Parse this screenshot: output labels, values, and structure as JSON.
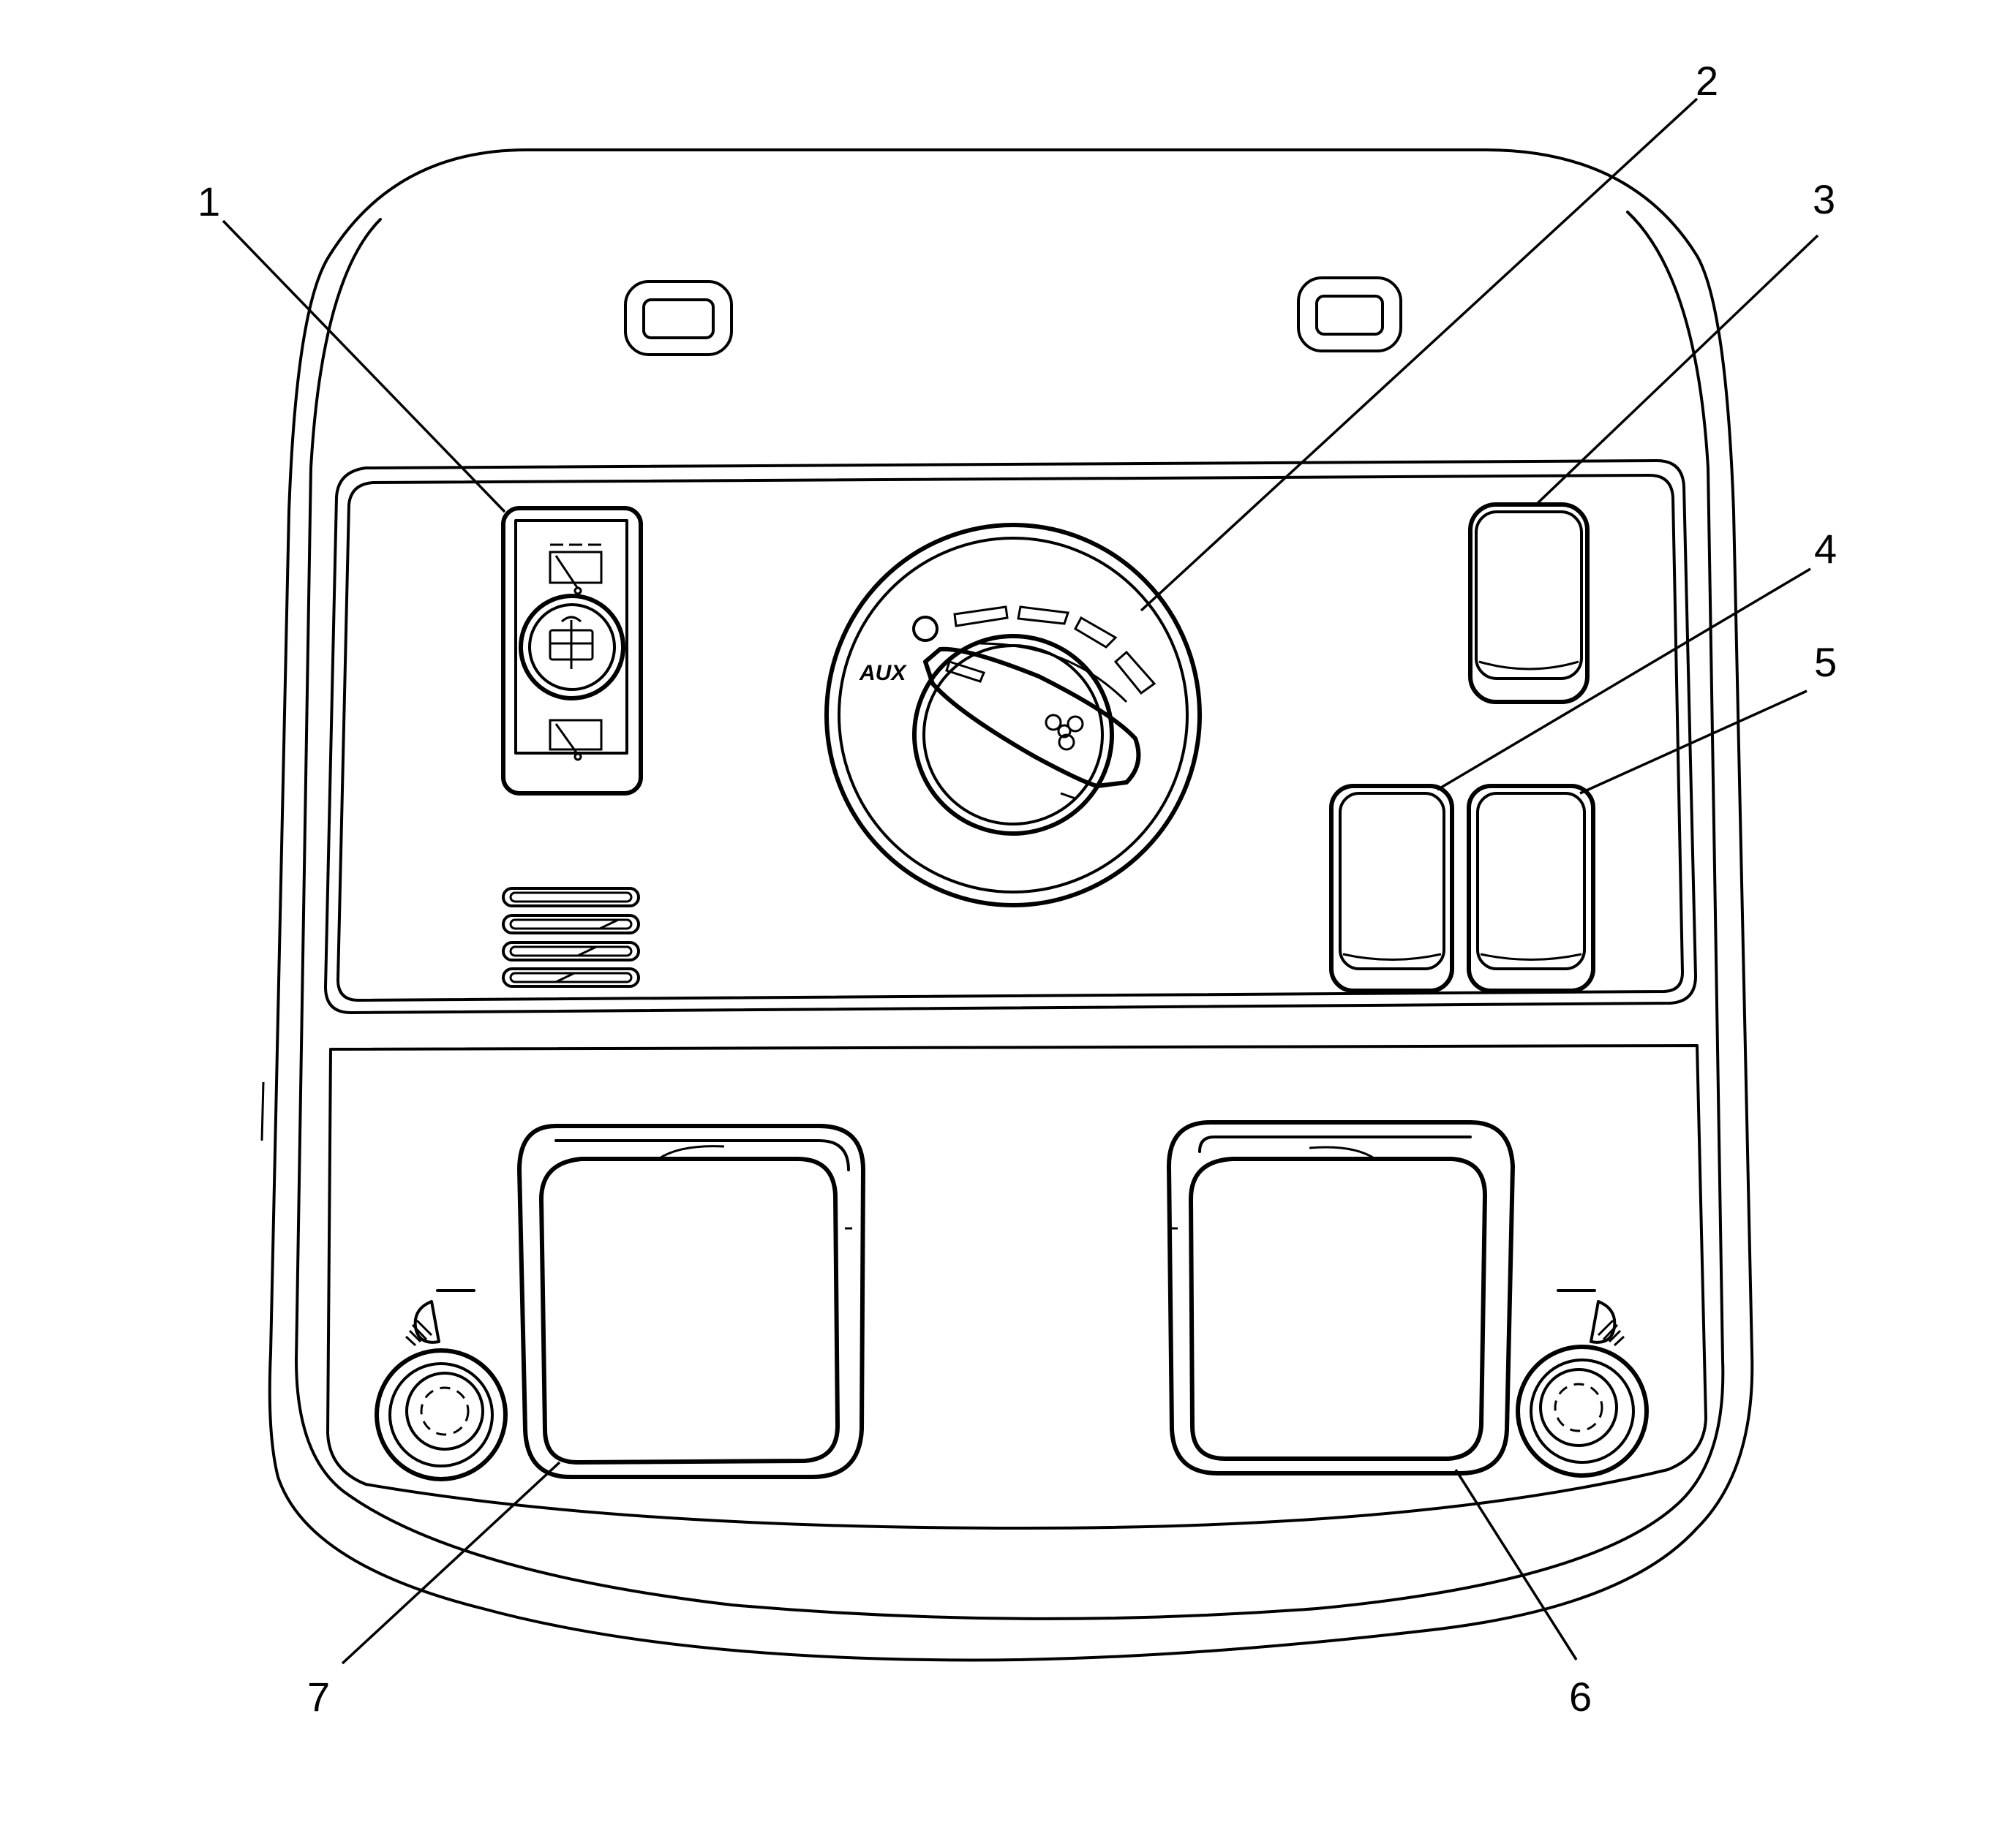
{
  "callouts": [
    {
      "id": "1",
      "label": "1"
    },
    {
      "id": "2",
      "label": "2"
    },
    {
      "id": "3",
      "label": "3"
    },
    {
      "id": "4",
      "label": "4"
    },
    {
      "id": "5",
      "label": "5"
    },
    {
      "id": "6",
      "label": "6"
    },
    {
      "id": "7",
      "label": "7"
    }
  ],
  "dial": {
    "aux_label": "AUX"
  },
  "icons": {
    "wiper_switch_top": "rear-wiper-icon",
    "washer_center": "washer-icon",
    "wiper_switch_bottom": "wiper-icon",
    "fan": "fan-icon",
    "reading_lamp": "reading-lamp-icon"
  }
}
